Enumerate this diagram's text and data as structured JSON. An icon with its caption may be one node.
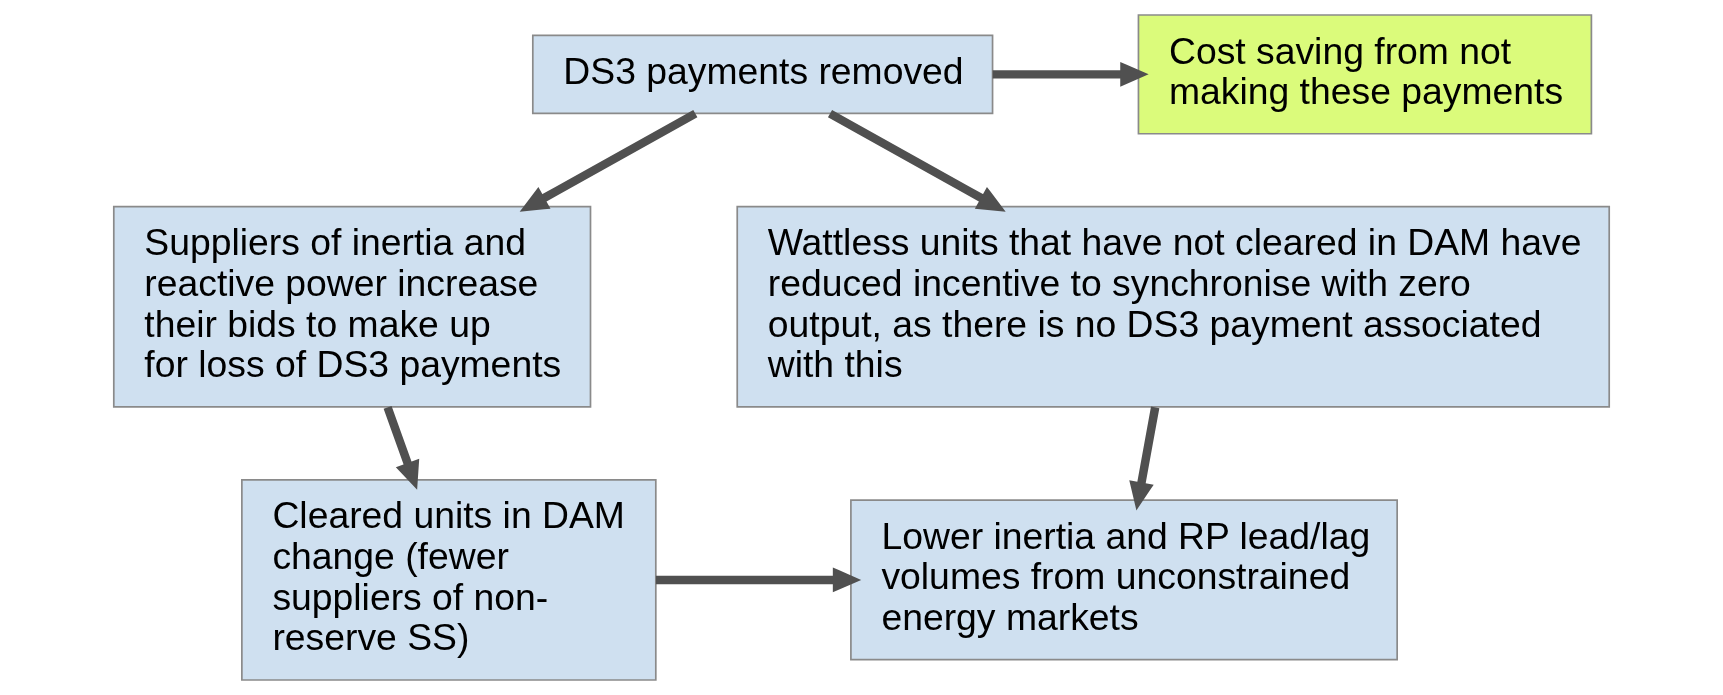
{
  "diagram": {
    "nodes": [
      {
        "text": [
          "DS3 payments removed"
        ]
      },
      {
        "text": [
          "Cost saving from not making these payments"
        ]
      },
      {
        "text": [
          "Suppliers of inertia and reactive power increase their bids to make up for loss of DS3 payments"
        ]
      },
      {
        "text": [
          "Wattless units that have not cleared in DAM have reduced incentive to synchronise with zero output, as there is no DS3 payment associated with this"
        ]
      },
      {
        "text": [
          "Cleared units in DAM change (fewer suppliers of non-reserve SS)"
        ]
      },
      {
        "text": [
          "Lower inertia and RP lead/lag volumes from unconstrained energy markets"
        ]
      }
    ],
    "edges": [
      {
        "from": 0,
        "to": 1,
        "arrow": "to"
      },
      {
        "from": 0,
        "to": 2,
        "arrow": "to"
      },
      {
        "from": 0,
        "to": 3,
        "arrow": "to"
      },
      {
        "from": 2,
        "to": 4,
        "arrow": "to"
      },
      {
        "from": 3,
        "to": 5,
        "arrow": "to"
      },
      {
        "from": 4,
        "to": 5,
        "arrow": "to"
      }
    ]
  }
}
